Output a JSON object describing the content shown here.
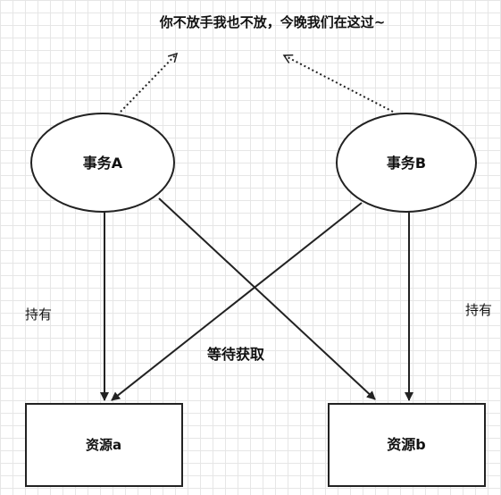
{
  "title": "你不放手我也不放，今晚我们在这过~",
  "nodes": {
    "transaction_a": "事务A",
    "transaction_b": "事务B",
    "resource_a": "资源a",
    "resource_b": "资源b"
  },
  "labels": {
    "hold_left": "持有",
    "hold_right": "持有",
    "wait_acquire": "等待获取"
  },
  "colors": {
    "stroke": "#222222",
    "grid": "#e6e6e6",
    "background": "#ffffff"
  }
}
